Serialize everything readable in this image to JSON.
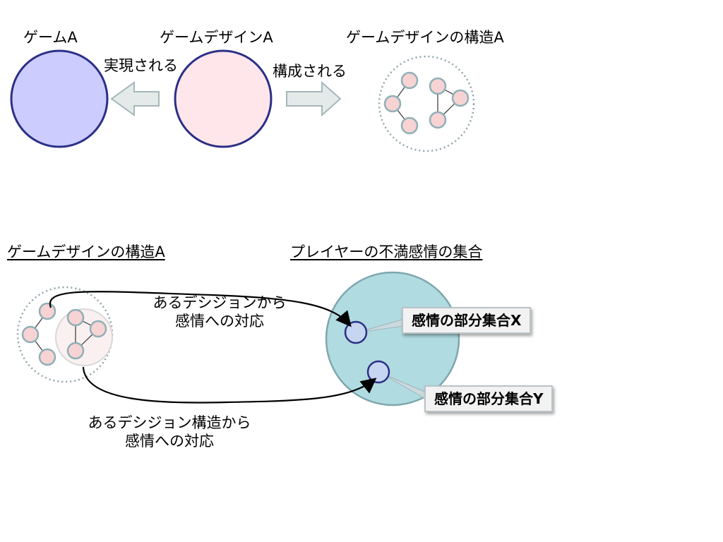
{
  "top": {
    "game_label": "ゲームA",
    "design_label": "ゲームデザインA",
    "structure_label": "ゲームデザインの構造A",
    "realized_label": "実現される",
    "composed_label": "構成される"
  },
  "bottom": {
    "structure_heading": "ゲームデザインの構造A",
    "emotion_set_heading": "プレイヤーの不満感情の集合",
    "upper_arrow_label": [
      "あるデシジョンから",
      "感情への対応"
    ],
    "lower_arrow_label": [
      "あるデシジョン構造から",
      "感情への対応"
    ],
    "subset_x": "感情の部分集合X",
    "subset_y": "感情の部分集合Y"
  },
  "colors": {
    "game_fill": "#ccccff",
    "design_fill": "#ffe6ea",
    "circle_stroke": "#2b2f86",
    "node_fill": "#f8d3d3",
    "node_stroke": "#8fb0b8",
    "emotion_set_fill": "#b0dbe0",
    "subset_fill": "#c6d6f2",
    "arrow_fill": "#e4eaea"
  }
}
